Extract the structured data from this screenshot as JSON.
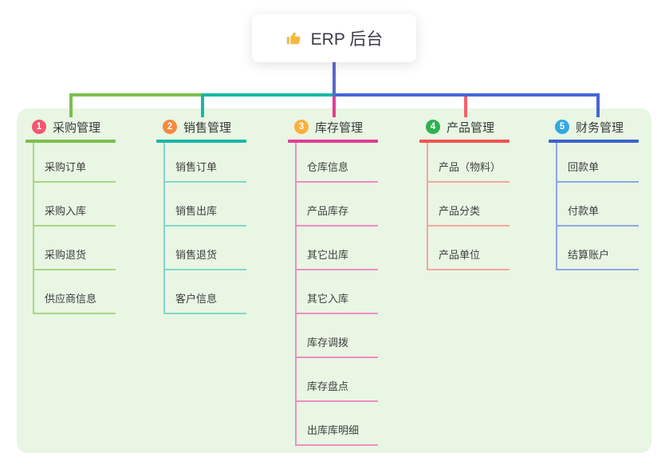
{
  "root": {
    "label": "ERP 后台",
    "icon": "thumbs-up-icon",
    "icon_color": "#f6b83c"
  },
  "panel_color": "#e8f6e3",
  "connectors": {
    "root_stem_color": "#5b68c8",
    "segments": [
      {
        "name": "left",
        "color": "#7cbf4a"
      },
      {
        "name": "mid",
        "color": "#17b8a5"
      },
      {
        "name": "right",
        "color": "#4467d9"
      }
    ]
  },
  "branches": [
    {
      "num": "1",
      "label": "采购管理",
      "badge_color": "#f4566f",
      "line_color": "#7cbf4a",
      "drop_color": "#7cbf4a",
      "child_line_color": "#abd584",
      "children": [
        "采购订单",
        "采购入库",
        "采购退货",
        "供应商信息"
      ]
    },
    {
      "num": "2",
      "label": "销售管理",
      "badge_color": "#f8883e",
      "line_color": "#17b8a5",
      "drop_color": "#17b8a5",
      "child_line_color": "#82d7ca",
      "children": [
        "销售订单",
        "销售出库",
        "销售退货",
        "客户信息"
      ]
    },
    {
      "num": "3",
      "label": "库存管理",
      "badge_color": "#fbb03d",
      "line_color": "#e23c95",
      "drop_color": "#e23c95",
      "child_line_color": "#f18cc5",
      "children": [
        "仓库信息",
        "产品库存",
        "其它出库",
        "其它入库",
        "库存调拨",
        "库存盘点",
        "出库库明细"
      ]
    },
    {
      "num": "4",
      "label": "产品管理",
      "badge_color": "#2fb14e",
      "line_color": "#f25350",
      "drop_color": "#f5616b",
      "child_line_color": "#f8a4a1",
      "children": [
        "产品（物料）",
        "产品分类",
        "产品单位"
      ]
    },
    {
      "num": "5",
      "label": "财务管理",
      "badge_color": "#31a9e0",
      "line_color": "#3a63d0",
      "drop_color": "#4467d9",
      "child_line_color": "#8fa6e2",
      "children": [
        "回款单",
        "付款单",
        "结算账户"
      ]
    }
  ]
}
